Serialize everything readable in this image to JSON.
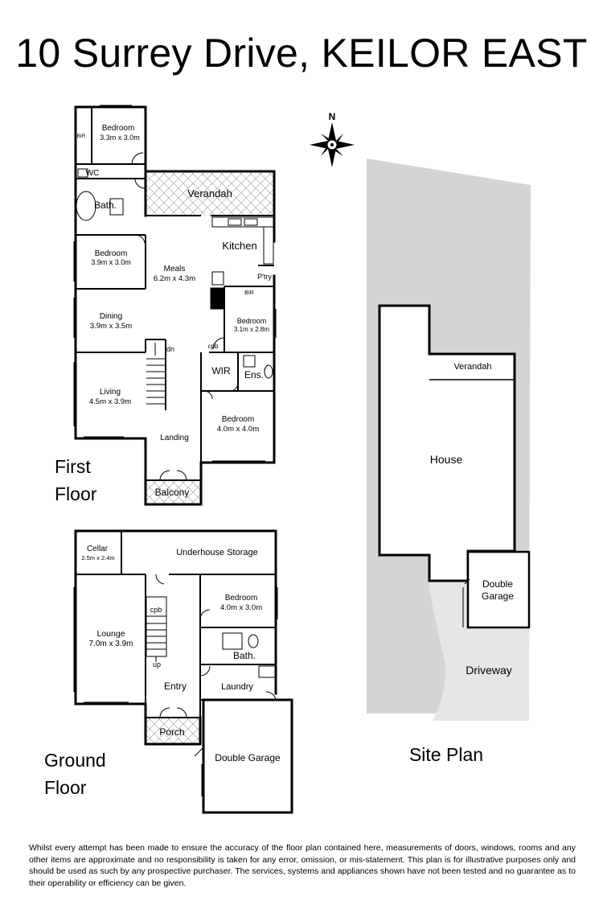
{
  "title": "10 Surrey Drive, KEILOR EAST",
  "first_floor": {
    "heading_line1": "First",
    "heading_line2": "Floor",
    "rooms": {
      "bedroom_nw": {
        "name": "Bedroom",
        "size": "3.3m x 3.0m"
      },
      "bir_nw": "BIR",
      "wc": "WC",
      "bath": "Bath.",
      "verandah": "Verandah",
      "kitchen": "Kitchen",
      "bedroom_w": {
        "name": "Bedroom",
        "size": "3.9m x 3.0m"
      },
      "meals": {
        "name": "Meals",
        "size": "6.2m x 4.3m"
      },
      "pantry": "P'try",
      "bir_e": "BIR",
      "bedroom_e": {
        "name": "Bedroom",
        "size": "3.1m x 2.8m"
      },
      "dining": {
        "name": "Dining",
        "size": "3.9m x 3.5m"
      },
      "dn": "dn",
      "cpb": "cpb",
      "wir": "WIR",
      "ens": "Ens.",
      "living": {
        "name": "Living",
        "size": "4.5m x 3.9m"
      },
      "bedroom_se": {
        "name": "Bedroom",
        "size": "4.0m x 4.0m"
      },
      "landing": "Landing",
      "balcony": "Balcony"
    }
  },
  "ground_floor": {
    "heading_line1": "Ground",
    "heading_line2": "Floor",
    "rooms": {
      "cellar": {
        "name": "Cellar",
        "size": "2.5m x 2.4m"
      },
      "underhouse_storage": "Underhouse Storage",
      "bedroom": {
        "name": "Bedroom",
        "size": "4.0m x 3.0m"
      },
      "cpb": "cpb",
      "lounge": {
        "name": "Lounge",
        "size": "7.0m x 3.9m"
      },
      "bath": "Bath.",
      "up": "up",
      "entry": "Entry",
      "laundry": "Laundry",
      "porch": "Porch",
      "double_garage": "Double Garage"
    }
  },
  "site_plan": {
    "heading": "Site Plan",
    "verandah": "Verandah",
    "house": "House",
    "garage_line1": "Double",
    "garage_line2": "Garage",
    "driveway": "Driveway"
  },
  "compass": {
    "north_label": "N"
  },
  "colors": {
    "wall": "#000000",
    "site_gray": "#d4d4d4",
    "driveway_gray": "#e6e6e6",
    "hatch": "#9a9a9a"
  },
  "disclaimer": "Whilst every attempt has been made to ensure the accuracy of the floor plan contained here, measurements of doors, windows, rooms and any other items are approximate and no responsibility is taken for any error, omission, or mis-statement. This plan is for illustrative purposes only and should be used as such by any prospective purchaser. The services, systems and appliances shown have not been tested and no guarantee as to their operability or efficiency can be given."
}
